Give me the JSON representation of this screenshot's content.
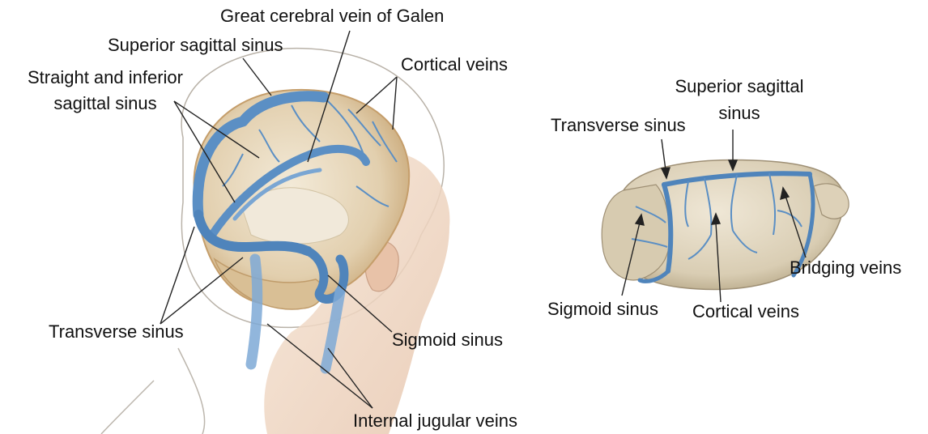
{
  "human": {
    "labels": {
      "galen": "Great cerebral vein of Galen",
      "superior_sagittal": "Superior sagittal sinus",
      "straight_inferior_line1": "Straight and inferior",
      "straight_inferior_line2": "sagittal sinus",
      "cortical": "Cortical veins",
      "transverse": "Transverse sinus",
      "sigmoid": "Sigmoid sinus",
      "internal_jugular": "Internal jugular veins"
    }
  },
  "rodent": {
    "labels": {
      "superior_sagittal_line1": "Superior sagittal",
      "superior_sagittal_line2": "sinus",
      "transverse": "Transverse sinus",
      "bridging": "Bridging veins",
      "sigmoid": "Sigmoid sinus",
      "cortical": "Cortical veins"
    }
  },
  "colors": {
    "vein_blue": "#5b8fc4",
    "vein_dark": "#3f73ab",
    "brain_tan": "#dccfb6",
    "skin": "#f2dcc8",
    "text": "#111111",
    "leader": "#222222"
  }
}
